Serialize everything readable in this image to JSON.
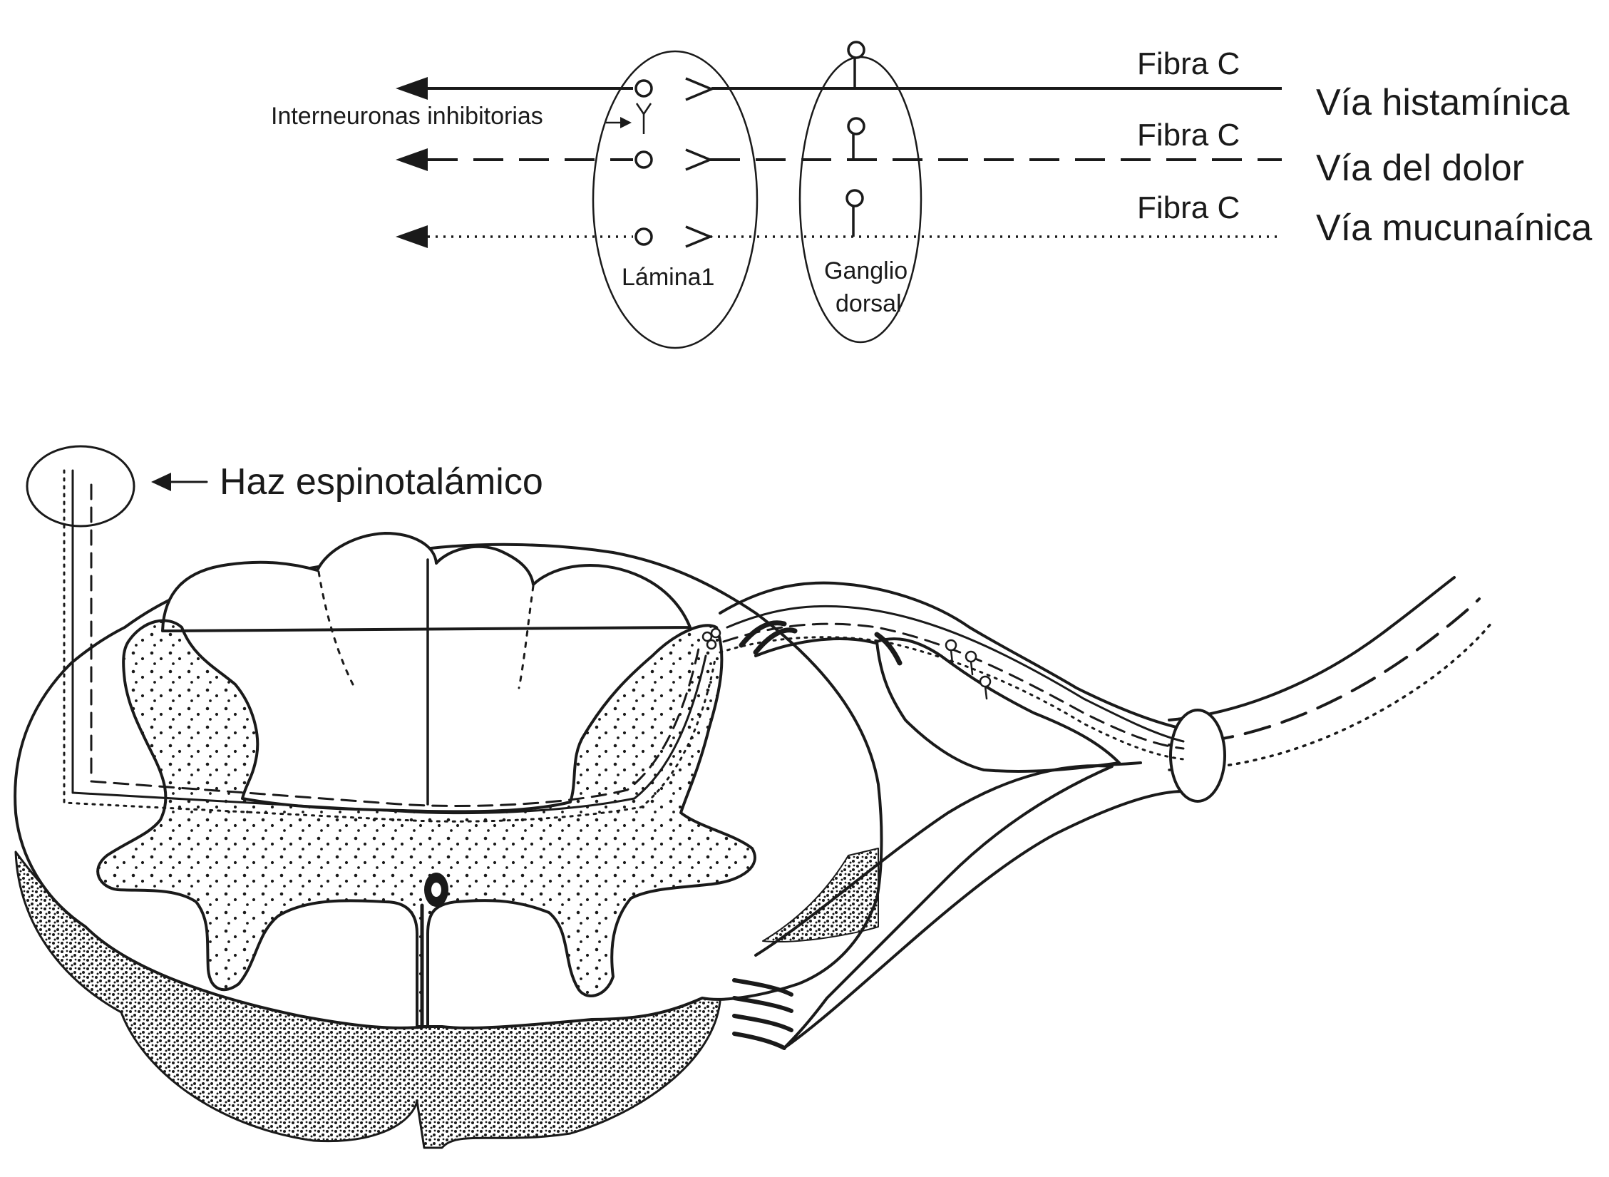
{
  "labels": {
    "fibra_1": "Fibra C",
    "fibra_2": "Fibra C",
    "fibra_3": "Fibra C",
    "via_histaminica": "Vía histamínica",
    "via_dolor": "Vía del dolor",
    "via_mucunainica": "Vía mucunaínica",
    "interneuronas": "Interneuronas inhibitorias",
    "lamina": "Lámina1",
    "ganglio_line1": "Ganglio",
    "ganglio_line2": "dorsal",
    "haz": "Haz espinotalámico"
  },
  "colors": {
    "ink": "#1a1a1a",
    "background": "#ffffff"
  }
}
